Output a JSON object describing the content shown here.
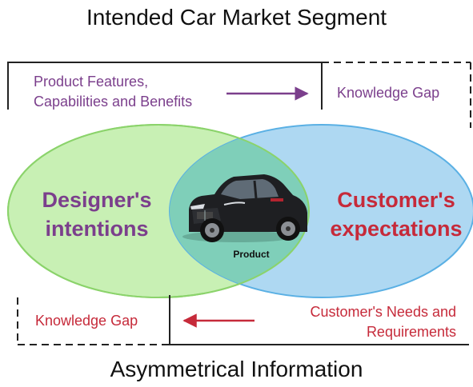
{
  "top_title": "Intended Car Market Segment",
  "bottom_title": "Asymmetrical Information",
  "top_box": {
    "features_line1": "Product Features,",
    "features_line2": "Capabilities and Benefits",
    "gap_label": "Knowledge Gap"
  },
  "bottom_box": {
    "needs_line1": "Customer's Needs and",
    "needs_line2": "Requirements",
    "gap_label": "Knowledge Gap"
  },
  "venn": {
    "left_line1": "Designer's",
    "left_line2": "intentions",
    "right_line1": "Customer's",
    "right_line2": "expectations",
    "center_label": "Product"
  },
  "colors": {
    "purple": "#7b3f8c",
    "red": "#c62a3a",
    "green_fill": "#c8f0b4",
    "green_stroke": "#8bd36b",
    "blue_fill": "#aed8f2",
    "blue_stroke": "#5ab0e4",
    "overlap_fill": "#7fcfb9"
  },
  "icons": {
    "product_image": "car-icon"
  }
}
